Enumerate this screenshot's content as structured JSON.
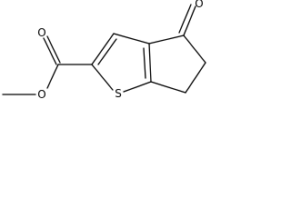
{
  "molecule": {
    "atoms": {
      "ester_carbonyl_oxygen": "O",
      "ester_ether_oxygen": "O",
      "ring_sulfur": "S",
      "ketone_oxygen": "O"
    }
  }
}
